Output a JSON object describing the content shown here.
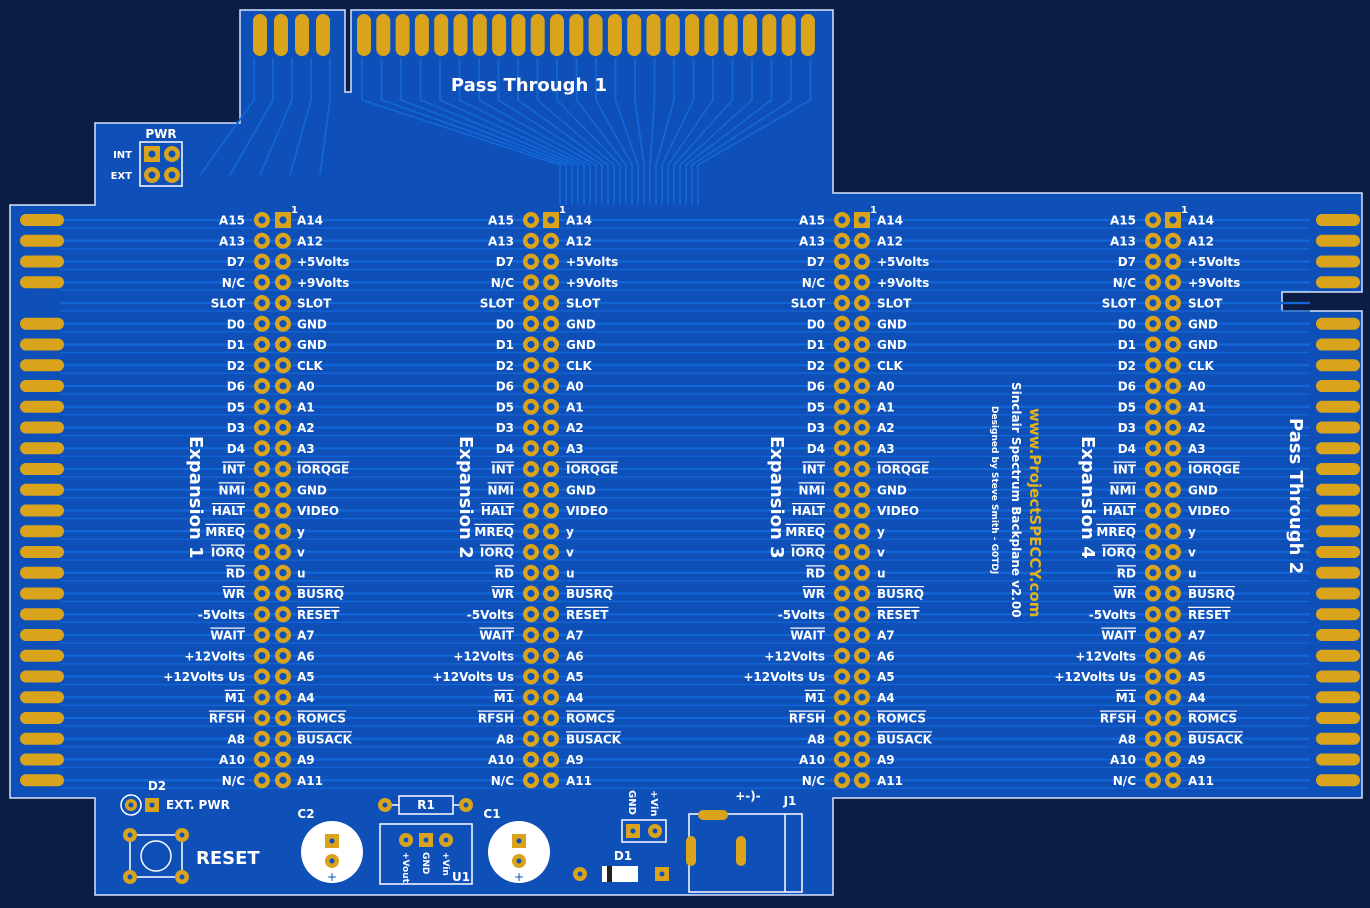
{
  "board": {
    "title": "Pass Through 1",
    "pass_through_2": "Pass Through 2",
    "credit_main": "Sinclair Spectrum Backplane v2.00",
    "credit_url": "www.ProjectSPECCY.com",
    "credit_designer": "Designed by Steve Smith - G0TDJ",
    "expansions": [
      "Expansion 1",
      "Expansion 2",
      "Expansion 3",
      "Expansion 4"
    ],
    "pin1_marker": "1"
  },
  "pinout": {
    "left": [
      "A15",
      "A13",
      "D7",
      "N/C",
      "SLOT",
      "D0",
      "D1",
      "D2",
      "D6",
      "D5",
      "D3",
      "D4",
      "INT",
      "NMI",
      "HALT",
      "MREQ",
      "IORQ",
      "RD",
      "WR",
      "-5Volts",
      "WAIT",
      "+12Volts",
      "+12Volts Us",
      "M1",
      "RFSH",
      "A8",
      "A10",
      "N/C"
    ],
    "right": [
      "A14",
      "A12",
      "+5Volts",
      "+9Volts",
      "SLOT",
      "GND",
      "GND",
      "CLK",
      "A0",
      "A1",
      "A2",
      "A3",
      "IORQGE",
      "GND",
      "VIDEO",
      "y",
      "v",
      "u",
      "BUSRQ",
      "RESET",
      "A7",
      "A6",
      "A5",
      "A4",
      "ROMCS",
      "BUSACK",
      "A9",
      "A11"
    ],
    "overline": [
      "INT",
      "NMI",
      "HALT",
      "MREQ",
      "IORQ",
      "RD",
      "WR",
      "WAIT",
      "M1",
      "RFSH",
      "IORQGE",
      "BUSRQ",
      "RESET",
      "ROMCS",
      "BUSACK"
    ]
  },
  "components": {
    "pwr": "PWR",
    "int": "INT",
    "ext": "EXT",
    "d2": "D2",
    "ext_pwr": "EXT. PWR",
    "reset": "RESET",
    "c2": "C2",
    "r1": "R1",
    "c1": "C1",
    "u1": "U1",
    "u1_pins": [
      "+Vout",
      "GND",
      "+Vin"
    ],
    "gnd": "GND",
    "vin": "+Vin",
    "d1": "D1",
    "j1": "J1",
    "polarity": "+-)-",
    "plus": "+"
  },
  "colors": {
    "background": "#0c1d45",
    "board": "#0e4fb8",
    "copper": "#1366d6",
    "pad": "#d9a41c",
    "silkscreen": "#ffffff"
  }
}
